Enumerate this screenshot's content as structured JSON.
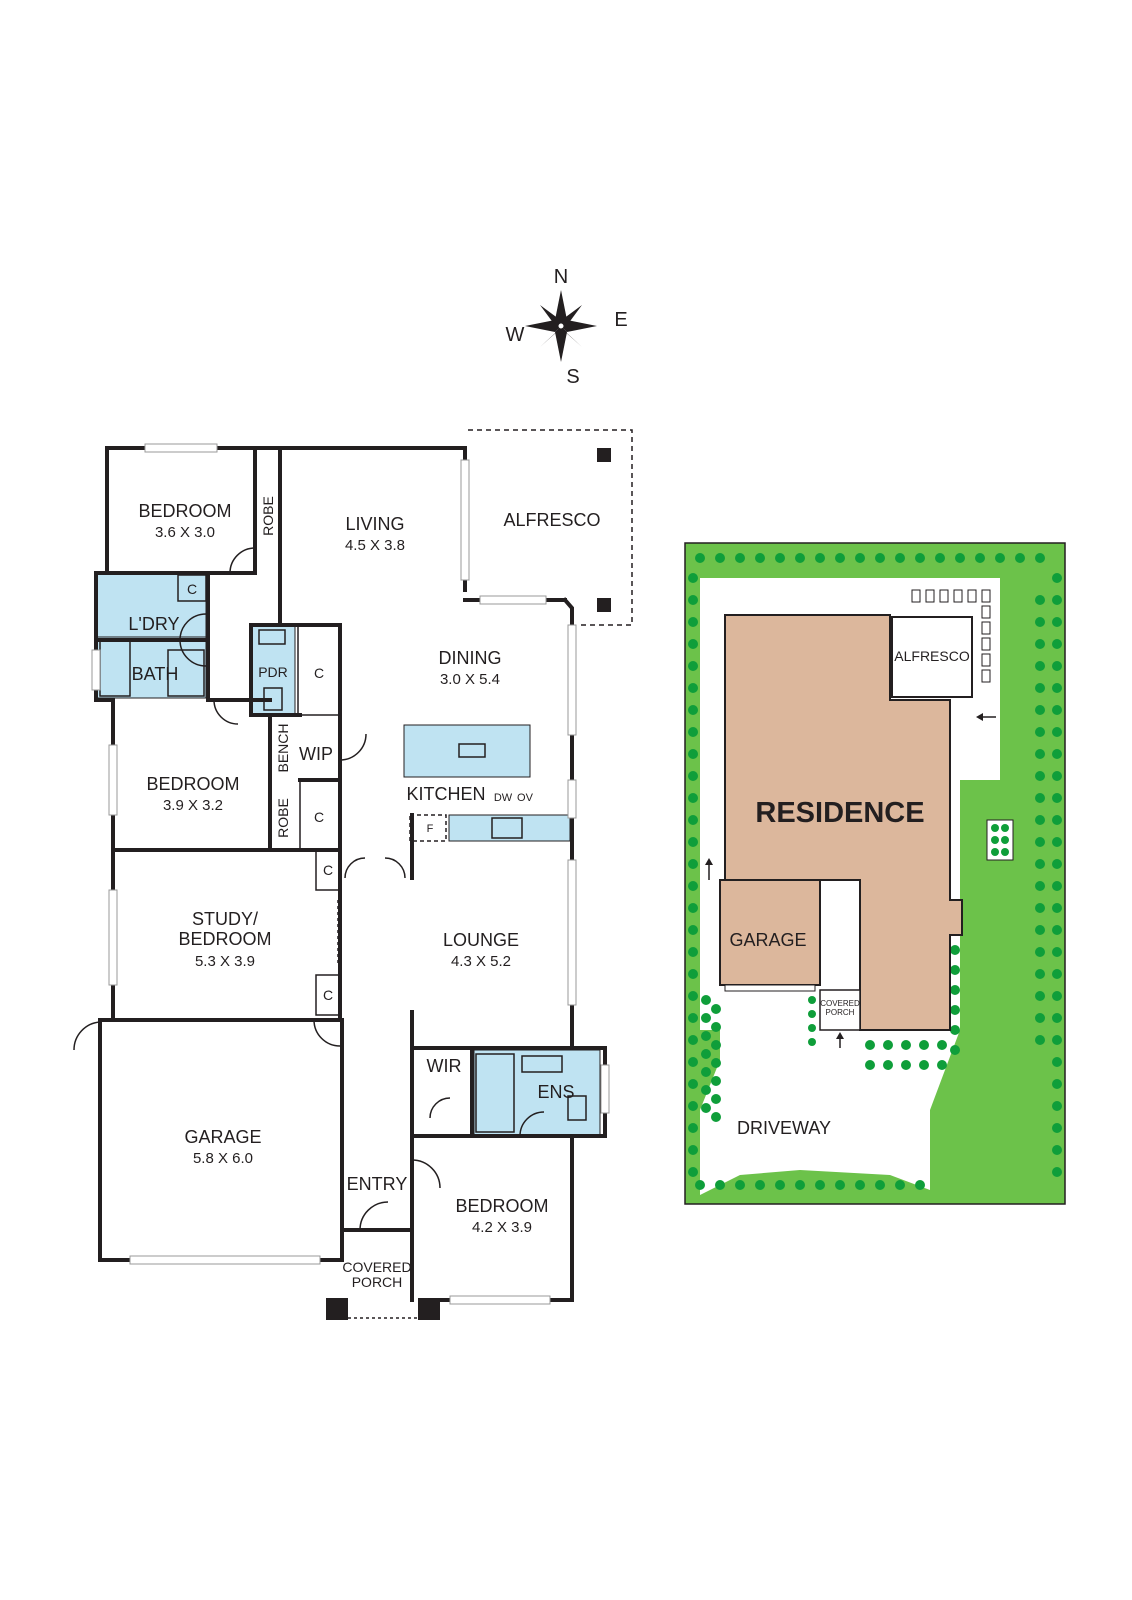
{
  "compass": {
    "n": "N",
    "e": "E",
    "s": "S",
    "w": "W"
  },
  "floorplan": {
    "bedroom1": {
      "name": "BEDROOM",
      "dims": "3.6 X 3.0"
    },
    "robe1": "ROBE",
    "living": {
      "name": "LIVING",
      "dims": "4.5 X 3.8"
    },
    "alfresco": "ALFRESCO",
    "laundry": "L'DRY",
    "cupboard": "C",
    "bath": "BATH",
    "pdr": "PDR",
    "dining": {
      "name": "DINING",
      "dims": "3.0 X 5.4"
    },
    "bench": "BENCH",
    "wip": "WIP",
    "bedroom2": {
      "name": "BEDROOM",
      "dims": "3.9 X 3.2"
    },
    "robe2": "ROBE",
    "kitchen": "KITCHEN",
    "dw": "DW",
    "ov": "OV",
    "fridge": "F",
    "study": {
      "name_line1": "STUDY/",
      "name_line2": "BEDROOM",
      "dims": "5.3 X 3.9"
    },
    "lounge": {
      "name": "LOUNGE",
      "dims": "4.3 X 5.2"
    },
    "garage": {
      "name": "GARAGE",
      "dims": "5.8 X 6.0"
    },
    "wir": "WIR",
    "ens": "ENS",
    "entry": "ENTRY",
    "bedroom3": {
      "name": "BEDROOM",
      "dims": "4.2 X 3.9"
    },
    "porch": {
      "line1": "COVERED",
      "line2": "PORCH"
    }
  },
  "siteplan": {
    "residence": "RESIDENCE",
    "alfresco": "ALFRESCO",
    "garage": "GARAGE",
    "porch": {
      "line1": "COVERED",
      "line2": "PORCH"
    },
    "driveway": "DRIVEWAY"
  },
  "colors": {
    "wall": "#231f20",
    "wet_area": "#bfe3f2",
    "lawn": "#6cc24a",
    "shrub": "#0f9e3a",
    "residence": "#dcb79c"
  }
}
